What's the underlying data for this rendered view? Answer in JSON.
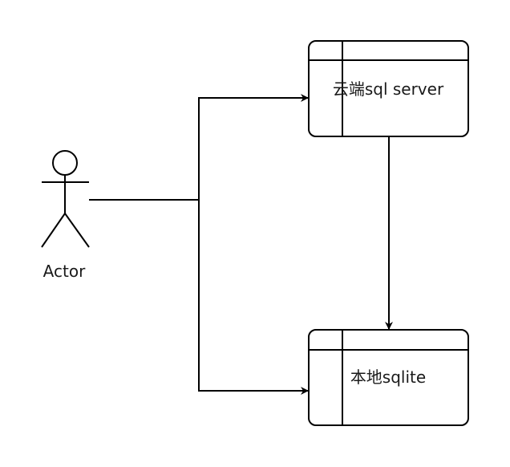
{
  "actor": {
    "label": "Actor"
  },
  "nodes": {
    "cloud": {
      "label": "云端sql server"
    },
    "local": {
      "label": "本地sqlite"
    }
  },
  "edges": [
    {
      "from": "actor",
      "to": "cloud"
    },
    {
      "from": "actor",
      "to": "local"
    },
    {
      "from": "cloud",
      "to": "local"
    }
  ],
  "colors": {
    "stroke": "#000000",
    "fill": "#ffffff",
    "text": "#1a1a1a"
  }
}
